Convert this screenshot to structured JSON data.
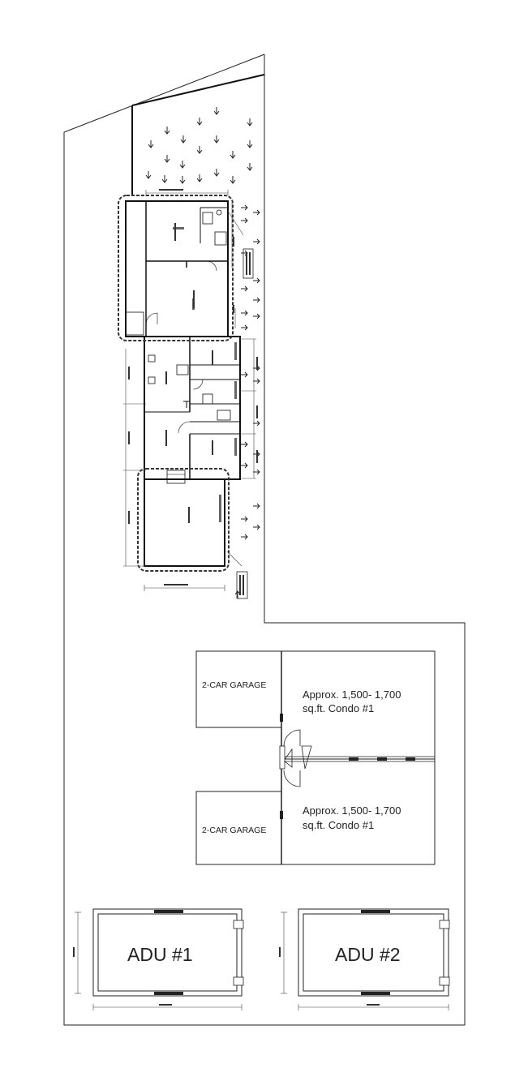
{
  "labels": {
    "garage_top": "2-CAR GARAGE",
    "garage_bottom": "2-CAR GARAGE",
    "condo_top_line1": "Approx. 1,500- 1,700",
    "condo_top_line2": "sq.ft. Condo #1",
    "condo_bottom_line1": "Approx. 1,500- 1,700",
    "condo_bottom_line2": "sq.ft. Condo #1",
    "adu1": "ADU #1",
    "adu2": "ADU #2"
  },
  "colors": {
    "line": "#1a1a1a",
    "dashed_outline": "#333333"
  }
}
